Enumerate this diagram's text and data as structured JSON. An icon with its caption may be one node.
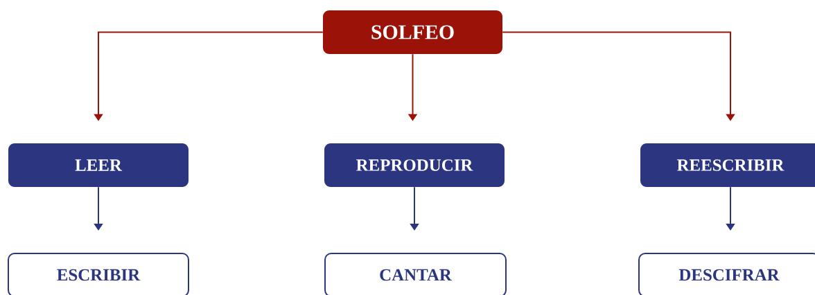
{
  "diagram": {
    "nodes": [
      {
        "text": [
          "SOLFEO"
        ]
      },
      {
        "text": [
          "LEER"
        ]
      },
      {
        "text": [
          "REPRODUCIR"
        ]
      },
      {
        "text": [
          "REESCRIBIR"
        ]
      },
      {
        "text": [
          "ESCRIBIR"
        ]
      },
      {
        "text": [
          "CANTAR"
        ]
      },
      {
        "text": [
          "DESCIFRAR"
        ]
      }
    ],
    "edges": [
      {
        "from": 0,
        "to": 1,
        "arrow": "to",
        "color": "#9b1209"
      },
      {
        "from": 0,
        "to": 2,
        "arrow": "to",
        "color": "#9b1209"
      },
      {
        "from": 0,
        "to": 3,
        "arrow": "to",
        "color": "#9b1209"
      },
      {
        "from": 1,
        "to": 4,
        "arrow": "to",
        "color": "#2b3580"
      },
      {
        "from": 2,
        "to": 5,
        "arrow": "to",
        "color": "#2b3580"
      },
      {
        "from": 3,
        "to": 6,
        "arrow": "to",
        "color": "#2b3580"
      }
    ]
  }
}
